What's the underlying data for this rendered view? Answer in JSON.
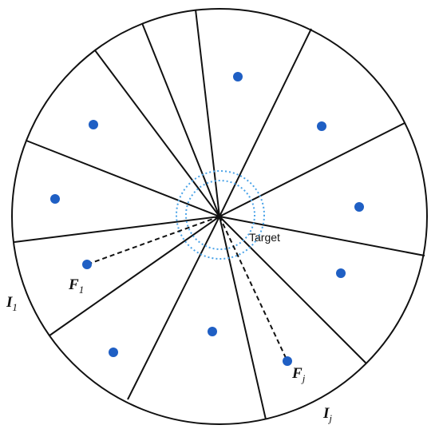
{
  "colors": {
    "outline": "#111111",
    "point": "#1f5fc4",
    "target_ring": "#4aa3e8"
  },
  "labels": {
    "target": "Target",
    "f1_main": "F",
    "f1_sub": "1",
    "fj_main": "F",
    "fj_sub": "j",
    "i1_main": "I",
    "i1_sub": "1",
    "ij_main": "I",
    "ij_sub": "j"
  }
}
